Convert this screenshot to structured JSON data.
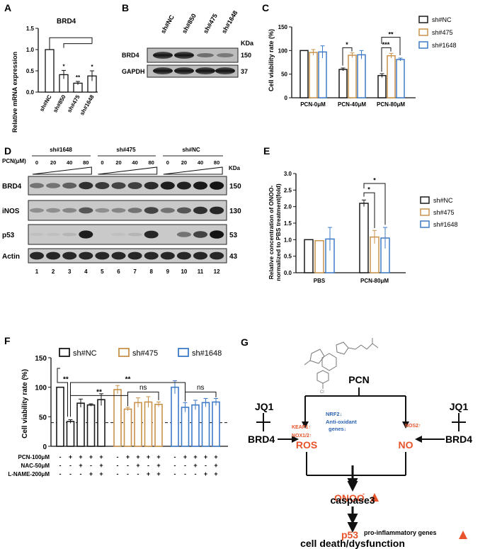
{
  "panel_letters": [
    "A",
    "B",
    "C",
    "D",
    "E",
    "F",
    "G"
  ],
  "colors": {
    "nc": "#1a1a1a",
    "s475": "#c8924a",
    "s1648": "#3d7bc7",
    "red": "#e8532a",
    "blue": "#2c62b0"
  },
  "panelA": {
    "title": "BRD4",
    "ylabel": "Relative mRNA expression",
    "yticks": [
      "0.0",
      "0.5",
      "1.0",
      "1.5"
    ],
    "sig": [
      "*",
      "**",
      "*"
    ],
    "chart_data": {
      "type": "bar",
      "categories": [
        "sh#NC",
        "sh#850",
        "sh#475",
        "sh#1648"
      ],
      "values": [
        1.0,
        0.41,
        0.21,
        0.38
      ],
      "errors": [
        0,
        0.1,
        0.04,
        0.12
      ],
      "ylim": [
        0,
        1.5
      ]
    }
  },
  "panelB": {
    "lanes": [
      "sh#NC",
      "sh#850",
      "sh#475",
      "sh#1648"
    ],
    "kda_label": "KDa",
    "rows": [
      {
        "name": "BRD4",
        "kda": "150"
      },
      {
        "name": "GAPDH",
        "kda": "37"
      }
    ]
  },
  "panelC": {
    "ylabel": "Cell viability rate (%)",
    "yticks": [
      "0",
      "50",
      "100",
      "150"
    ],
    "sig": [
      "*",
      "***",
      "**"
    ],
    "legend": [
      "sh#NC",
      "sh#475",
      "sh#1648"
    ],
    "chart_data": {
      "type": "bar",
      "categories": [
        "PCN-0μM",
        "PCN-40μM",
        "PCN-80μM"
      ],
      "series": [
        {
          "name": "sh#NC",
          "values": [
            100,
            60,
            47
          ]
        },
        {
          "name": "sh#475",
          "values": [
            96,
            90,
            89
          ]
        },
        {
          "name": "sh#1648",
          "values": [
            97,
            91,
            81
          ]
        }
      ],
      "errors": [
        [
          0,
          3,
          4
        ],
        [
          6,
          5,
          5
        ],
        [
          13,
          9,
          3
        ]
      ],
      "ylim": [
        0,
        150
      ]
    }
  },
  "panelD": {
    "group_labels": [
      "sh#1648",
      "sh#475",
      "sh#NC"
    ],
    "pcn_label": "PCN(μM)",
    "doses": [
      "0",
      "20",
      "40",
      "80"
    ],
    "kda_label": "KDa",
    "rows": [
      {
        "name": "BRD4",
        "kda": "150"
      },
      {
        "name": "iNOS",
        "kda": "130"
      },
      {
        "name": "p53",
        "kda": "53"
      },
      {
        "name": "Actin",
        "kda": "43"
      }
    ],
    "lanes": [
      "1",
      "2",
      "3",
      "4",
      "5",
      "6",
      "7",
      "8",
      "9",
      "10",
      "11",
      "12"
    ]
  },
  "panelE": {
    "ylabel_line1": "Relative concentration of ONOO-",
    "ylabel_line2": "normalized to PBS treatment(fold)",
    "yticks": [
      "0.0",
      "0.5",
      "1.0",
      "1.5",
      "2.0",
      "2.5",
      "3.0"
    ],
    "sig": [
      "*",
      "*"
    ],
    "legend": [
      "sh#NC",
      "sh#475",
      "sh#1648"
    ],
    "chart_data": {
      "type": "bar",
      "categories": [
        "PBS",
        "PCN-80μM"
      ],
      "series": [
        {
          "name": "sh#NC",
          "values": [
            1.0,
            2.1
          ]
        },
        {
          "name": "sh#475",
          "values": [
            0.97,
            1.08
          ]
        },
        {
          "name": "sh#1648",
          "values": [
            1.02,
            1.05
          ]
        }
      ],
      "errors": [
        [
          0,
          0.1
        ],
        [
          0,
          0.2
        ],
        [
          0.35,
          0.32
        ]
      ],
      "ylim": [
        0,
        3.0
      ]
    }
  },
  "panelF": {
    "ylabel": "Cell viability rate (%)",
    "yticks": [
      "0",
      "50",
      "100",
      "150"
    ],
    "legend": [
      "sh#NC",
      "sh#475",
      "sh#1648"
    ],
    "sig": [
      "**",
      "**",
      "**",
      "ns",
      "ns"
    ],
    "treat_rows": [
      {
        "label": "PCN-100μM",
        "marks": [
          "-",
          "+",
          "+",
          "+",
          "+",
          "-",
          "+",
          "+",
          "+",
          "+",
          "-",
          "+",
          "+",
          "+",
          "+"
        ]
      },
      {
        "label": "NAC-50μM",
        "marks": [
          "-",
          "-",
          "+",
          "-",
          "+",
          "-",
          "-",
          "+",
          "-",
          "+",
          "-",
          "-",
          "+",
          "-",
          "+"
        ]
      },
      {
        "label": "L-NAME-200μM",
        "marks": [
          "-",
          "-",
          "-",
          "+",
          "+",
          "-",
          "-",
          "-",
          "+",
          "+",
          "-",
          "-",
          "-",
          "+",
          "+"
        ]
      }
    ],
    "chart_data": {
      "type": "bar",
      "series": [
        {
          "name": "sh#NC",
          "values": [
            100,
            42,
            73,
            70,
            79
          ]
        },
        {
          "name": "sh#475",
          "values": [
            96,
            63,
            74,
            75,
            71
          ]
        },
        {
          "name": "sh#1648",
          "values": [
            100,
            66,
            70,
            74,
            75
          ]
        }
      ],
      "errors": [
        [
          0,
          3,
          7,
          2,
          10
        ],
        [
          7,
          3,
          8,
          9,
          4
        ],
        [
          11,
          8,
          8,
          7,
          6
        ]
      ],
      "ylim": [
        0,
        150
      ],
      "threshold": 40
    }
  },
  "panelG": {
    "jq1_left": "JQ1",
    "jq1_right": "JQ1",
    "brd4_left": "BRD4",
    "brd4_right": "BRD4",
    "pcn": "PCN",
    "keap1": "KEAP1↑",
    "nox": "NOX1/2↑",
    "nrf2": "NRF2↓",
    "antiox1": "Anti-oxidant",
    "antiox2": "genes↓",
    "nos2": "NOS2↑",
    "ros": "ROS",
    "no": "NO",
    "onoo": "ONOO",
    "onoo_sup": "-",
    "p53": "p53",
    "proinf": "pro-inflammatory genes",
    "caspase": "caspase3",
    "death": "cell death/dysfunction"
  }
}
